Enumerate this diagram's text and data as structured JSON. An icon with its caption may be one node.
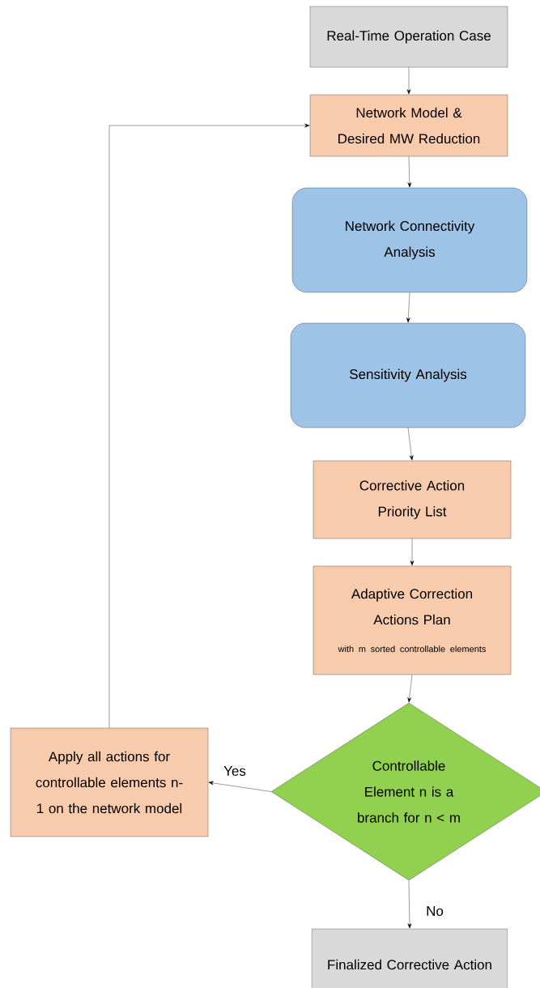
{
  "diagram": {
    "nodes": [
      {
        "text": [
          "Real-Time Operation Case"
        ]
      },
      {
        "text": [
          "Network Model & Desired MW Reduction"
        ]
      },
      {
        "text": [
          "Network Connectivity Analysis"
        ]
      },
      {
        "text": [
          "Sensitivity Analysis"
        ]
      },
      {
        "text": [
          "Corrective Action Priority List"
        ]
      },
      {
        "text": [
          "Adaptive Correction Actions Plan",
          "with m sorted controllable elements"
        ]
      },
      {
        "text": [
          "Controllable Element n is a branch for n < m"
        ]
      },
      {
        "text": [
          "Apply all actions for controllable elements n-1 on the network model"
        ]
      },
      {
        "text": [
          "Finalized Corrective Action"
        ]
      }
    ],
    "edges": [
      {
        "from": 0,
        "to": 1,
        "arrow": "to"
      },
      {
        "from": 1,
        "to": 2,
        "arrow": "to"
      },
      {
        "from": 2,
        "to": 3,
        "arrow": "to"
      },
      {
        "from": 3,
        "to": 4,
        "arrow": "to"
      },
      {
        "from": 4,
        "to": 5,
        "arrow": "to"
      },
      {
        "from": 5,
        "to": 6,
        "arrow": "to"
      },
      {
        "from": 6,
        "to": 7,
        "arrow": "to",
        "label": "Yes"
      },
      {
        "from": 6,
        "to": 8,
        "arrow": "to",
        "label": "No"
      },
      {
        "from": 7,
        "to": 1,
        "arrow": "to"
      }
    ]
  }
}
